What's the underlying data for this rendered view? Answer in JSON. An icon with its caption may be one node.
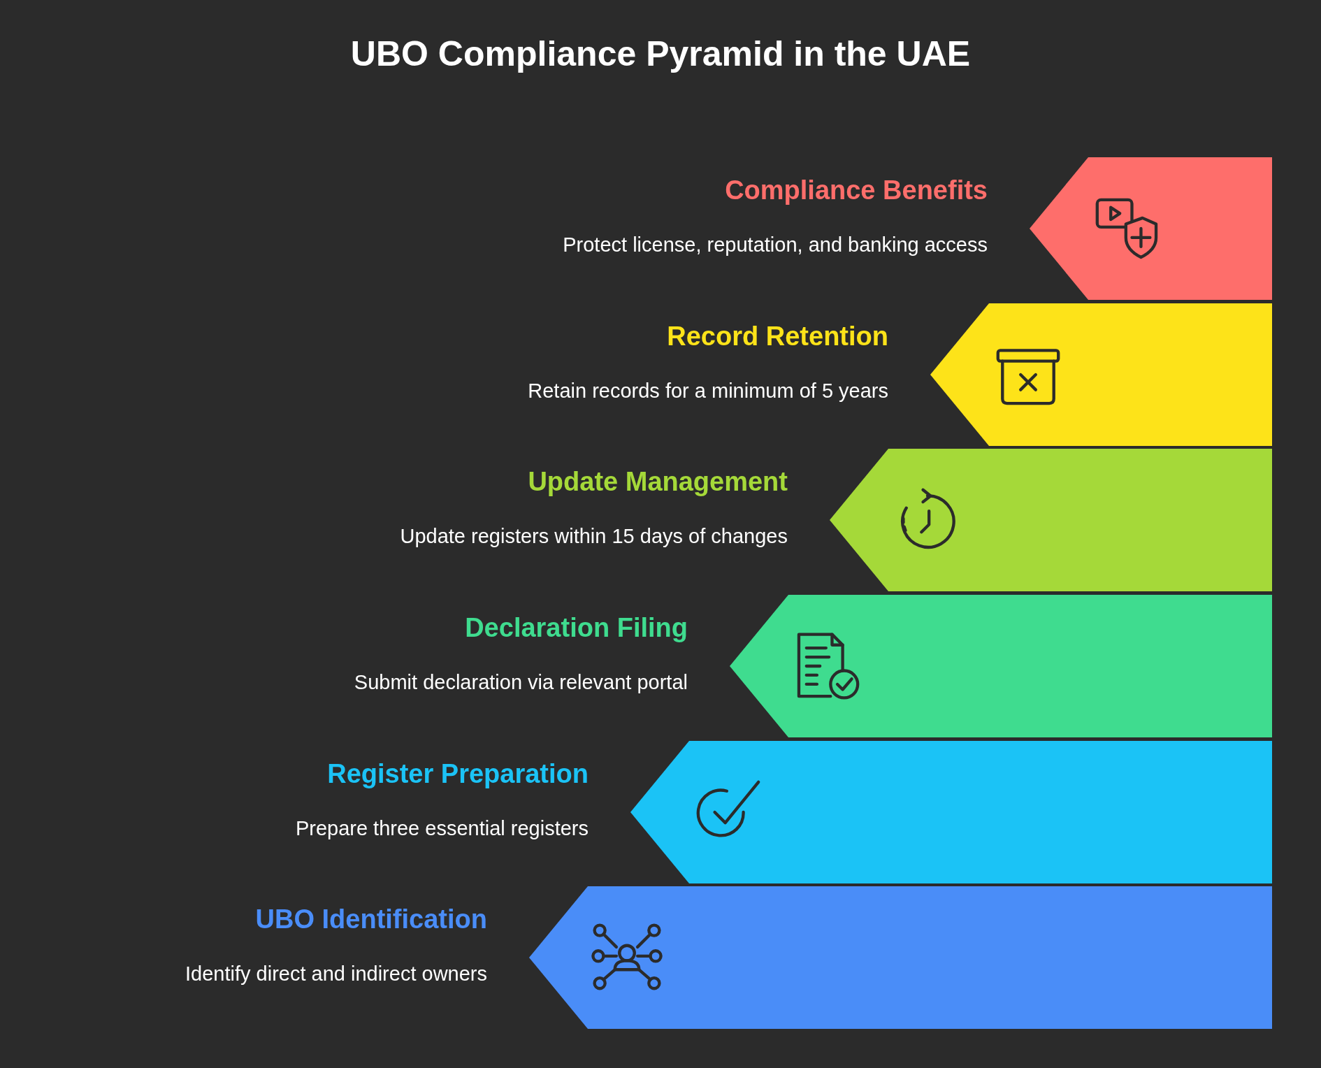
{
  "diagram": {
    "title": "UBO Compliance Pyramid in the UAE",
    "nodes": [
      {
        "text": [
          "Compliance Benefits",
          "Protect license, reputation, and banking access"
        ]
      },
      {
        "text": [
          "Record Retention",
          "Retain records for a minimum of 5 years"
        ]
      },
      {
        "text": [
          "Update Management",
          "Update registers within 15 days of changes"
        ]
      },
      {
        "text": [
          "Declaration Filing",
          "Submit declaration via relevant portal"
        ]
      },
      {
        "text": [
          "Register Preparation",
          "Prepare three essential registers"
        ]
      },
      {
        "text": [
          "UBO Identification",
          "Identify direct and indirect owners"
        ]
      }
    ],
    "edges": []
  }
}
